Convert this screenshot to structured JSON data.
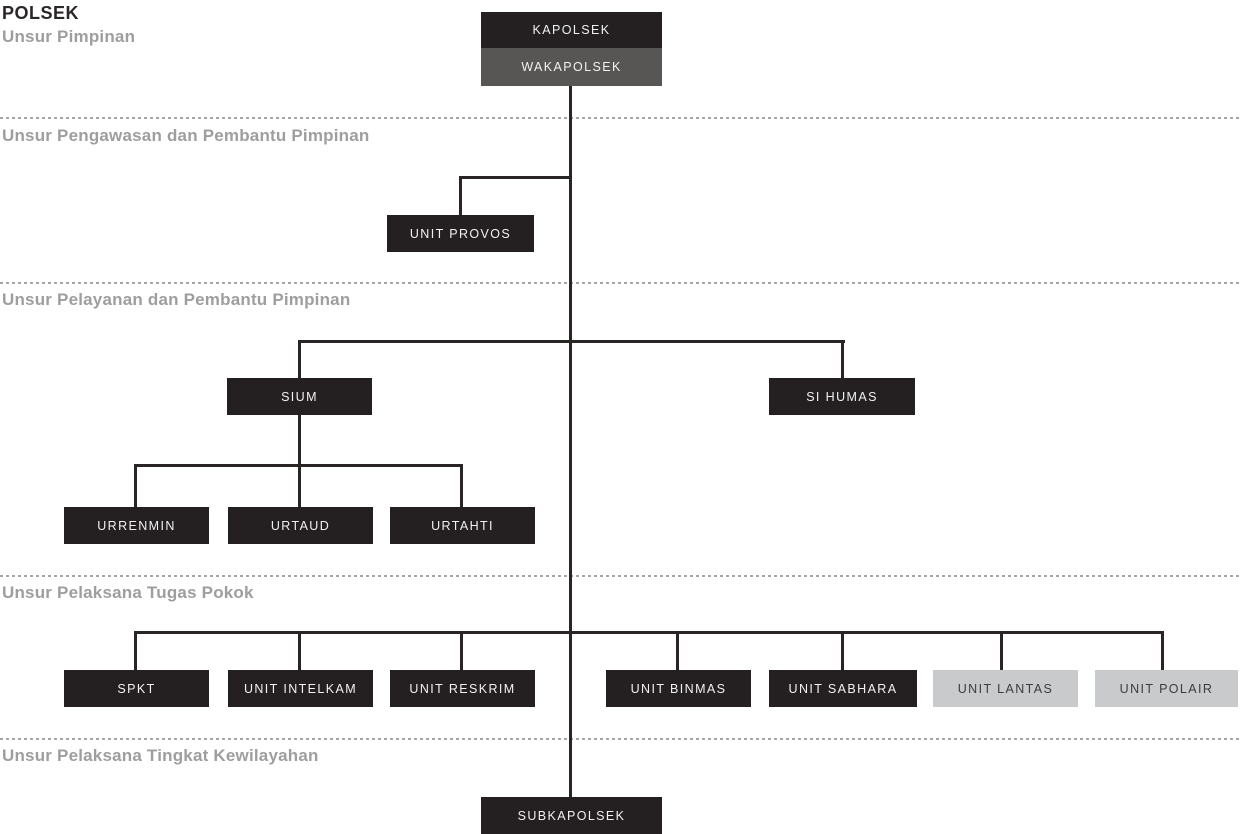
{
  "title": "POLSEK",
  "sections": {
    "pimpinan": "Unsur Pimpinan",
    "pengawasan": "Unsur Pengawasan dan Pembantu Pimpinan",
    "pelayanan": "Unsur Pelayanan dan Pembantu Pimpinan",
    "pelaksana_pokok": "Unsur Pelaksana Tugas Pokok",
    "kewilayahan": "Unsur Pelaksana Tingkat Kewilayahan"
  },
  "nodes": {
    "kapolsek": {
      "label": "KAPOLSEK"
    },
    "wakapolsek": {
      "label": "WAKAPOLSEK"
    },
    "unit_provos": {
      "label": "UNIT PROVOS"
    },
    "sium": {
      "label": "SIUM"
    },
    "si_humas": {
      "label": "SI HUMAS"
    },
    "urrenmin": {
      "label": "URRENMIN"
    },
    "urtaud": {
      "label": "URTAUD"
    },
    "urtahti": {
      "label": "URTAHTI"
    },
    "spkt": {
      "label": "SPKT"
    },
    "unit_intelkam": {
      "label": "UNIT INTELKAM"
    },
    "unit_reskrim": {
      "label": "UNIT RESKRIM"
    },
    "unit_binmas": {
      "label": "UNIT BINMAS"
    },
    "unit_sabhara": {
      "label": "UNIT SABHARA"
    },
    "unit_lantas": {
      "label": "UNIT LANTAS"
    },
    "unit_polair": {
      "label": "UNIT POLAIR"
    },
    "subkapolsek": {
      "label": "SUBKAPOLSEK"
    }
  },
  "edges": [
    "kapolsek-wakapolsek",
    "wakapolsek-unit_provos",
    "wakapolsek-sium",
    "wakapolsek-si_humas",
    "sium-urrenmin",
    "sium-urtaud",
    "sium-urtahti",
    "wakapolsek-spkt",
    "wakapolsek-unit_intelkam",
    "wakapolsek-unit_reskrim",
    "wakapolsek-unit_binmas",
    "wakapolsek-unit_sabhara",
    "wakapolsek-unit_lantas",
    "wakapolsek-unit_polair",
    "wakapolsek-subkapolsek"
  ],
  "colors": {
    "node_dark": "#242021",
    "node_gray": "#585555",
    "node_light": "#c9cacb",
    "line": "#2a2424",
    "divider": "#a6a6a6",
    "heading": "#9e9ea0",
    "title": "#2b2727",
    "background": "#ffffff"
  }
}
